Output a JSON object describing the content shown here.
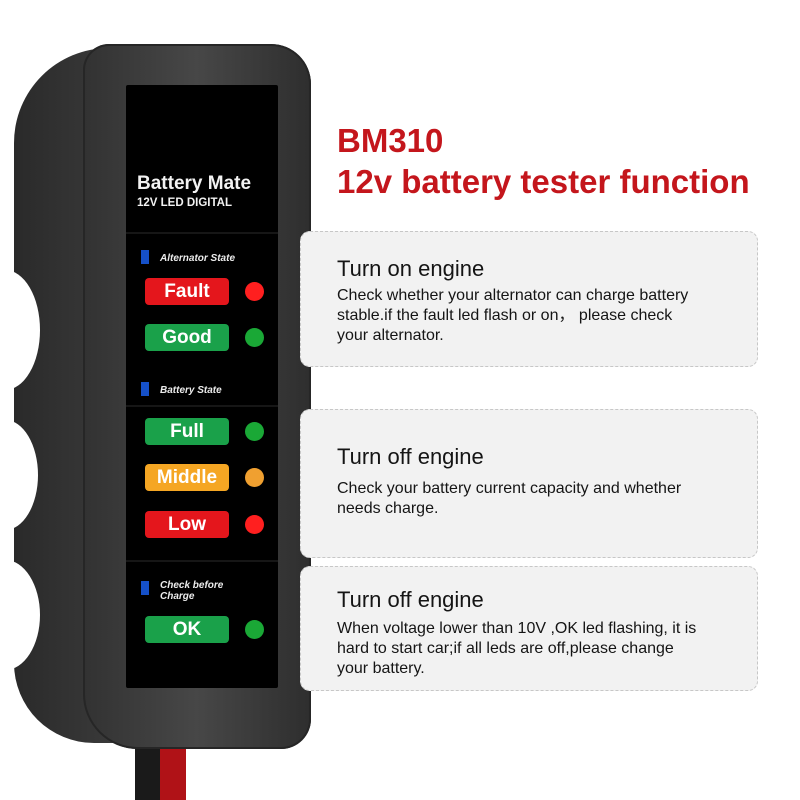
{
  "device": {
    "brand": "Battery Mate",
    "model": "12V LED DIGITAL",
    "sections": [
      {
        "label": "Alternator State",
        "indicators": [
          {
            "label": "Fault",
            "chip_color": "#e4161c",
            "led_color": "#ff1f1f"
          },
          {
            "label": "Good",
            "chip_color": "#1aa14a",
            "led_color": "#1aa836"
          }
        ]
      },
      {
        "label": "Battery State",
        "indicators": [
          {
            "label": "Full",
            "chip_color": "#1aa14a",
            "led_color": "#1aa836"
          },
          {
            "label": "Middle",
            "chip_color": "#f5a623",
            "led_color": "#f0a030"
          },
          {
            "label": "Low",
            "chip_color": "#e4161c",
            "led_color": "#ff1f1f"
          }
        ]
      },
      {
        "label_line1": "Check before",
        "label_line2": "Charge",
        "indicators": [
          {
            "label": "OK",
            "chip_color": "#1aa14a",
            "led_color": "#1aa836"
          }
        ]
      }
    ]
  },
  "heading": {
    "model": "BM310",
    "subtitle": "12v battery tester function"
  },
  "panels": [
    {
      "title": "Turn on engine",
      "lines": [
        "Check whether your alternator can charge battery",
        "stable.if the fault led flash or on， please check",
        "your alternator."
      ]
    },
    {
      "title": "Turn off engine",
      "lines": [
        "Check your battery current capacity and whether",
        "needs charge."
      ]
    },
    {
      "title": "Turn off engine",
      "lines": [
        "When voltage lower than 10V ,OK led flashing, it is",
        "hard to start car;if all leds are off,please change",
        "your battery."
      ]
    }
  ],
  "colors": {
    "accent_red": "#c4161c",
    "panel_bg": "#f2f2f2",
    "led_blue": "#1550c8"
  }
}
